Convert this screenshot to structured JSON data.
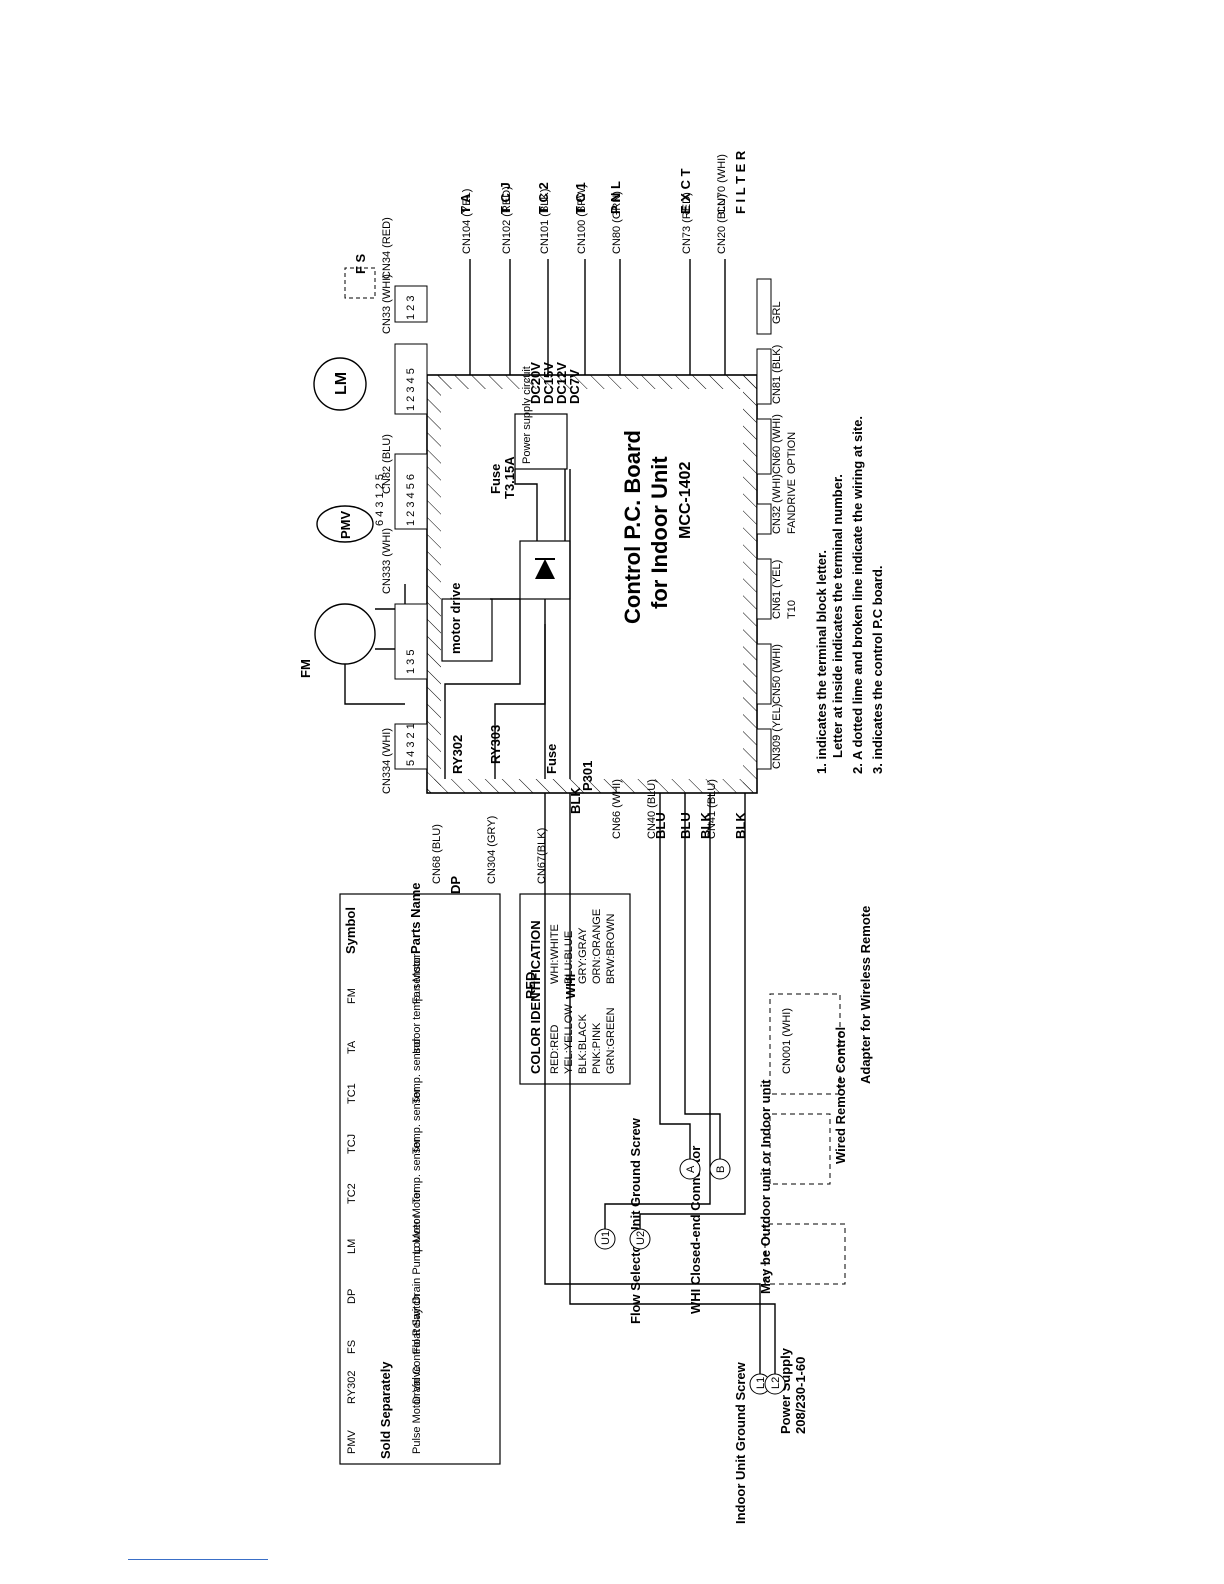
{
  "board": {
    "title": "Control P.C. Board",
    "subtitle": "for Indoor Unit",
    "model": "MCC-1402"
  },
  "power_outputs": [
    "DC20V",
    "DC15V",
    "DC12V",
    "DC7V"
  ],
  "fuses": {
    "main": "Fuse",
    "main_rating": "T3.15A",
    "secondary": "Fuse"
  },
  "blocks": {
    "motor_drive": "motor drive",
    "power_supply": "Power supply circuit"
  },
  "relays": [
    "RY302",
    "RY303"
  ],
  "test_point": "P301",
  "components": {
    "fm": "FM",
    "pmv": "PMV",
    "lm": "LM",
    "fs": "F S",
    "dp": "DP"
  },
  "top_connectors": {
    "cn334": "CN334 (WHI)",
    "cn334_pins": "5 4 3 2 1",
    "cn333": "CN333 (WHI)",
    "cn333_pins": "1 3 5",
    "cn82": "CN82 (BLU)",
    "cn82_pins": "1 2 3 4 5 6",
    "pmv_pins": "6 4 3 1 2 5",
    "lm_pins": "1 2 3 4 5",
    "cn33": "CN33 (WHI)",
    "cn33_pins": "1 2 3",
    "cn34": "CN34 (RED)"
  },
  "left_connectors": {
    "cn68": "CN68 (BLU)",
    "cn304": "CN304 (GRY)",
    "cn67": "CN67(BLK)",
    "cn66": "CN66 (WHI)",
    "cn40": "CN40 (BLU)",
    "cn41": "CN41 (BLU)",
    "cn309": "CN309 (YEL)"
  },
  "right_connectors": {
    "cn104": "CN104 (YEL)",
    "cn102": "CN102 (RED)",
    "cn101": "CN101 (BLK)",
    "cn100": "CN100 (BRW)",
    "cn80": "CN80 (GRN)",
    "cn73": "CN73 (RED)",
    "cn20": "CN20 (BLU)",
    "cn70": "CN70 (WHI)"
  },
  "bottom_connectors": {
    "cn50": "CN50 (WHI)",
    "cn61": "CN61 (YEL)",
    "cn61_label": "T10",
    "cn32": "CN32 (WHI)",
    "cn32_label": "FANDRIVE",
    "cn60": "CN60 (WHI)",
    "cn60_label": "OPTION",
    "cn81": "CN81 (BLK)",
    "cn20_label": "GRL"
  },
  "sensors": [
    "T A",
    "T C J",
    "T C 2",
    "T C 1"
  ],
  "right_labels": {
    "pnl": "P N L",
    "exct": "E X C T",
    "filter": "F I L T E R"
  },
  "wire_colors": {
    "blk": "BLK",
    "blu": "BLU",
    "red": "RED",
    "whi": "WHI"
  },
  "notes": [
    "1. indicates the terminal block letter.",
    "Letter at inside indicates the terminal number.",
    "2. A dotted lime and broken line indicate the wiring at site.",
    "3. indicates the control P.C board."
  ],
  "parts_table": {
    "headers": [
      "Symbol",
      "Parts Name"
    ],
    "rows": [
      [
        "FM",
        "Fan Motor"
      ],
      [
        "TA",
        "Indoor temp. sensor"
      ],
      [
        "TC1",
        "Temp. sensor"
      ],
      [
        "TCJ",
        "Temp. sensor"
      ],
      [
        "TC2",
        "Temp. sensor"
      ],
      [
        "LM",
        "Louver Motor"
      ],
      [
        "DP",
        "Drain Pump Motor"
      ],
      [
        "FS",
        "Float Switch"
      ],
      [
        "RY302",
        "Drain Control Relay"
      ],
      [
        "PMV",
        "Pulse Motor Valve"
      ]
    ],
    "sold_separately": "Sold Separately"
  },
  "color_id": {
    "title": "COLOR IDENTIFICATION",
    "items": [
      "RED:RED",
      "WHI:WHITE",
      "YEL:YELLOW",
      "BLU:BLUE",
      "BLK:BLACK",
      "GRY:GRAY",
      "PNK:PINK",
      "ORN:ORANGE",
      "GRN:GREEN",
      "BRW:BROWN"
    ]
  },
  "field": {
    "indoor_ground": "Indoor Unit Ground Screw",
    "power_supply": "Power Supply",
    "power_spec": "208/230-1-60",
    "flow_ground": "Flow Selector Unit Ground Screw",
    "whi_connector": "WHI Closed-end Connector",
    "outdoor_note": "May be Outdoor unit or Indoor unit",
    "wired_remote": "Wired Remote Control",
    "wireless_adapter": "Adapter for Wireless Remote",
    "cn001": "CN001 (WHI)",
    "terminals": {
      "l1": "L1",
      "l2": "L2",
      "u1": "U1",
      "u2": "U2",
      "a": "A",
      "b": "B",
      "pin1": "1",
      "pin2": "2",
      "pin3": "3",
      "pin4": "4",
      "pin5": "5",
      "pin6": "6"
    }
  }
}
